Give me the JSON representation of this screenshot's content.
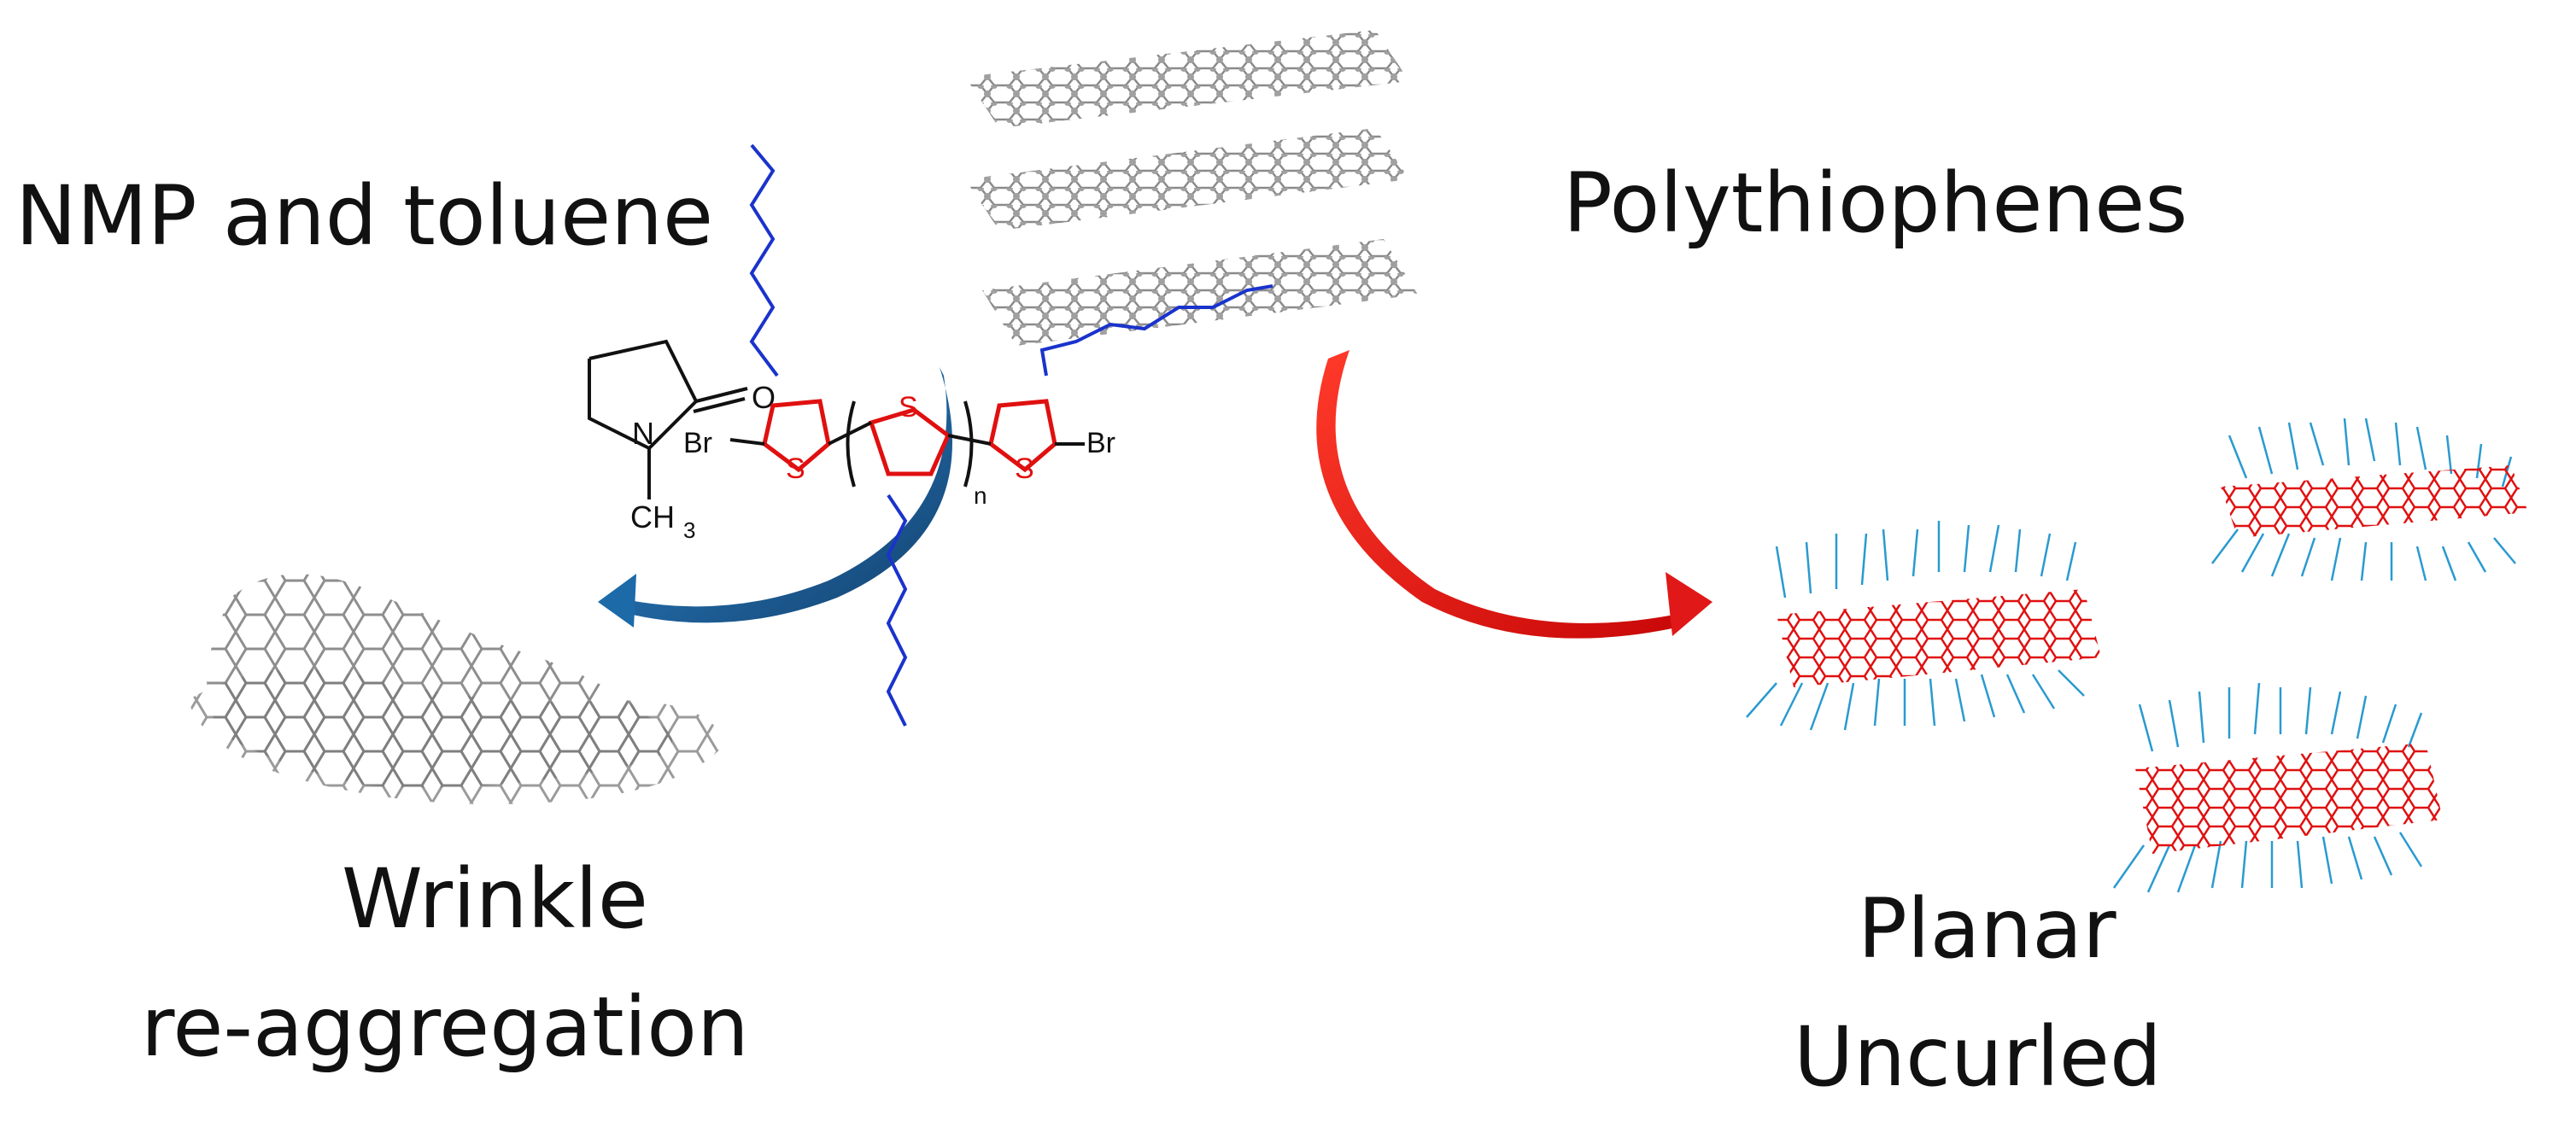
{
  "labels": {
    "left_solvent": "NMP and toluene",
    "right_polymer": "Polythiophenes",
    "left_result_line1": "Wrinkle",
    "left_result_line2": "re-aggregation",
    "right_result_line1": "Planar",
    "right_result_line2": "Uncurled"
  },
  "nmp_structure": {
    "oxygen": "O",
    "nitrogen": "N",
    "methyl": "CH",
    "methyl_sub": "3"
  },
  "polythiophene_structure": {
    "bromine_left": "Br",
    "bromine_right": "Br",
    "sulfur": "S",
    "repeat_sub": "n"
  },
  "colors": {
    "text": "#111111",
    "graphene": "#8a8a8a",
    "left_arrow": "#1c6aa8",
    "right_arrow": "#e01818",
    "thiophene": "#e01010",
    "alkyl_chain": "#1a33cc",
    "side_chains": "#2a9ad0"
  }
}
